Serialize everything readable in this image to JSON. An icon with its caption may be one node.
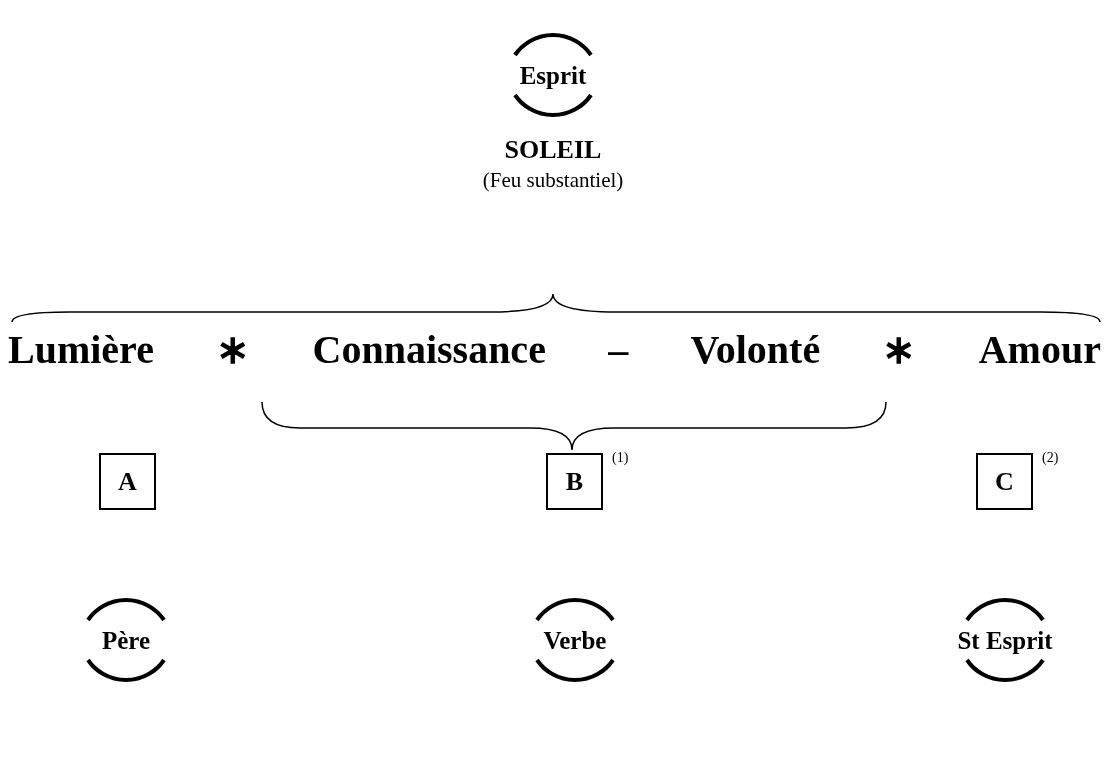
{
  "diagram": {
    "nodes": [
      {
        "text": [
          "Esprit"
        ]
      },
      {
        "text": [
          "A"
        ]
      },
      {
        "text": [
          "B"
        ],
        "beside": [
          "(1)"
        ]
      },
      {
        "text": [
          "C"
        ],
        "beside": [
          "(2)"
        ]
      },
      {
        "text": [
          "Père"
        ]
      },
      {
        "text": [
          "Verbe"
        ]
      },
      {
        "text": [
          "St Esprit"
        ]
      }
    ],
    "labels": [
      "SOLEIL",
      "(Feu substantiel)",
      "Lumière",
      "∗",
      "Connaissance",
      "–",
      "Volonté",
      "∗",
      "Amour"
    ]
  }
}
